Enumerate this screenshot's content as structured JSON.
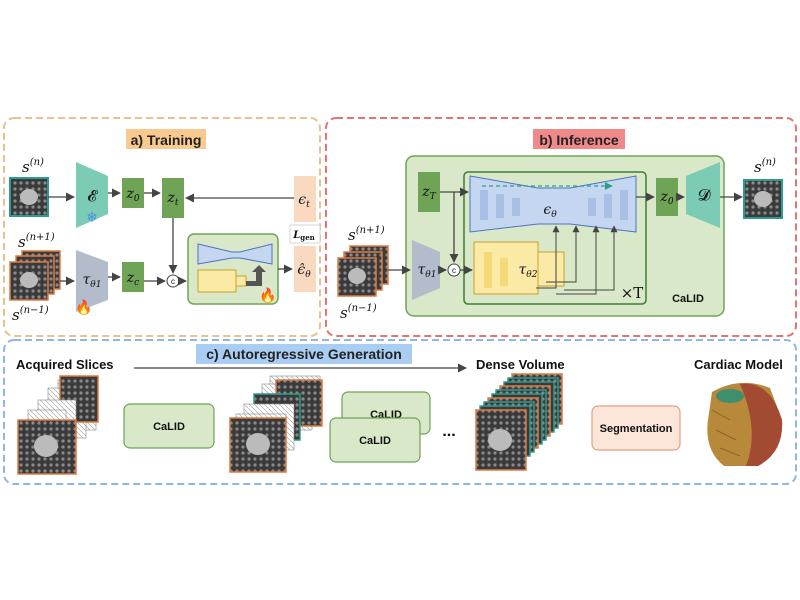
{
  "training": {
    "title": "a) Training",
    "encoder": "𝓔",
    "z0": "z",
    "z0_sub": "0",
    "zt": "z",
    "zt_sub": "t",
    "zc": "z",
    "zc_sub": "c",
    "eps_t": "ϵ",
    "eps_t_sub": "t",
    "loss": "L",
    "loss_sub": "gen",
    "eps_hat": "ϵ̂",
    "eps_hat_sub": "θ",
    "tau": "τ",
    "tau_sub": "θ1",
    "s_n": "s",
    "s_n_sup": "(n)",
    "s_np1": "s",
    "s_np1_sup": "(n+1)",
    "s_nm1": "s",
    "s_nm1_sup": "(n−1)",
    "concat": "c"
  },
  "inference": {
    "title": "b) Inference",
    "zT": "z",
    "zT_sub": "T",
    "eps_theta": "ϵ",
    "eps_theta_sub": "θ",
    "tau2": "τ",
    "tau2_sub": "θ2",
    "times": "×T",
    "calid": "CaLID",
    "z0": "z",
    "z0_sub": "0",
    "decoder": "𝓓",
    "tau1": "τ",
    "tau1_sub": "θ1",
    "s_n": "s",
    "s_n_sup": "(n)",
    "s_np1": "s",
    "s_np1_sup": "(n+1)",
    "s_nm1": "s",
    "s_nm1_sup": "(n−1)",
    "concat": "c"
  },
  "autoregressive": {
    "title": "c) Autoregressive Generation",
    "acquired": "Acquired Slices",
    "dense": "Dense Volume",
    "cardiac": "Cardiac Model",
    "calid1": "CaLID",
    "calid2": "CaLID",
    "calid3": "CaLID",
    "ellipsis": "...",
    "segmentation": "Segmentation"
  },
  "colors": {
    "training_border": "#e9c08e",
    "inference_border": "#e57373",
    "auto_border": "#8fb8e0",
    "training_title_bg": "#f9c98f",
    "inference_title_bg": "#f08a8a",
    "auto_title_bg": "#a9cdf3",
    "encoder": "#7ccbb4",
    "latent": "#6fa356",
    "eps": "#f9d9bf",
    "tau": "#b3bccb",
    "calid_bg": "#d8e8c8",
    "unet_blue": "#c5d6f0",
    "unet_yellow": "#fbe9a6"
  },
  "icons": [
    "snowflake-icon",
    "flame-icon",
    "arrow-icon"
  ]
}
